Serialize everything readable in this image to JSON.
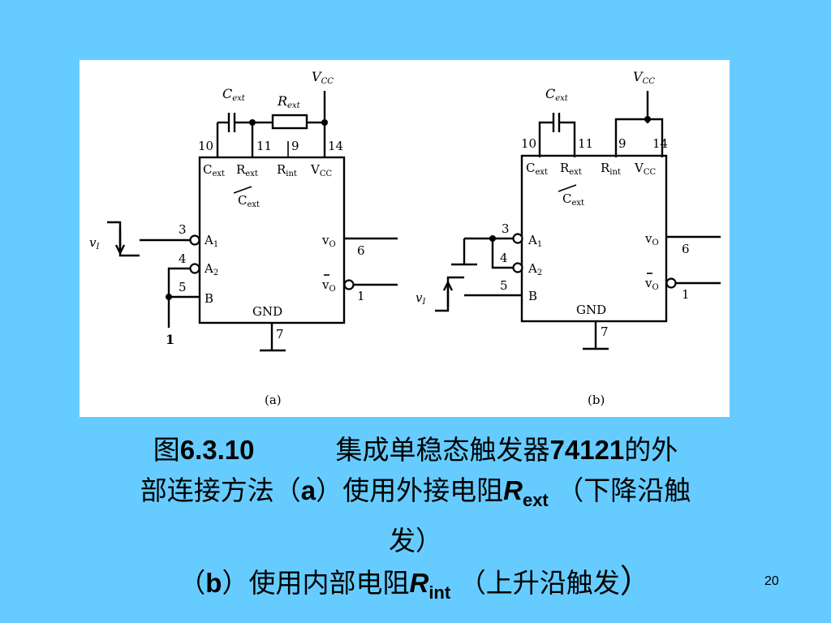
{
  "diagram": {
    "supply": "V",
    "supply_sub": "CC",
    "cap_label": "C",
    "cap_label_sub": "ext",
    "res_label": "R",
    "res_label_sub": "ext",
    "pins": {
      "cext": "10",
      "rext": "11",
      "rint": "9",
      "vcc": "14",
      "a1": "3",
      "a2": "4",
      "b": "5",
      "vo": "6",
      "vo_bar": "1",
      "gnd": "7"
    },
    "chip_labels": {
      "cext_main": "C",
      "cext_sub": "ext",
      "rext_main": "R",
      "rext_sub": "ext",
      "rint_main": "R",
      "rint_sub": "int",
      "vcc_main": "V",
      "vcc_sub": "CC",
      "a1": "A",
      "a1_sub": "1",
      "a2": "A",
      "a2_sub": "2",
      "b": "B",
      "vo": "v",
      "vo_sub": "O",
      "vobar": "v",
      "vobar_sub": "O",
      "gnd": "GND"
    },
    "input_label": "v",
    "input_label_sub": "I",
    "logic_one": "1",
    "panel_a_label": "(a)",
    "panel_b_label": "(b)"
  },
  "caption": {
    "fig_prefix": "图",
    "fig_number": "6.3.10",
    "title_part1": "集成单稳态触发器",
    "chip": "74121",
    "title_part2": "的外",
    "line2_part1": "部连接方法（",
    "line2_a": "a",
    "line2_part2": "）使用外接电阻",
    "r_main": "R",
    "rext_sub": "ext",
    "line2_part3": " （下降沿触",
    "line3": "发）",
    "line4_part1": "（",
    "line4_b": "b",
    "line4_part2": "）使用内部电阻",
    "rint_sub": "int",
    "line4_part3": " （上升沿触发",
    "line4_close": "）"
  },
  "page_number": "20"
}
